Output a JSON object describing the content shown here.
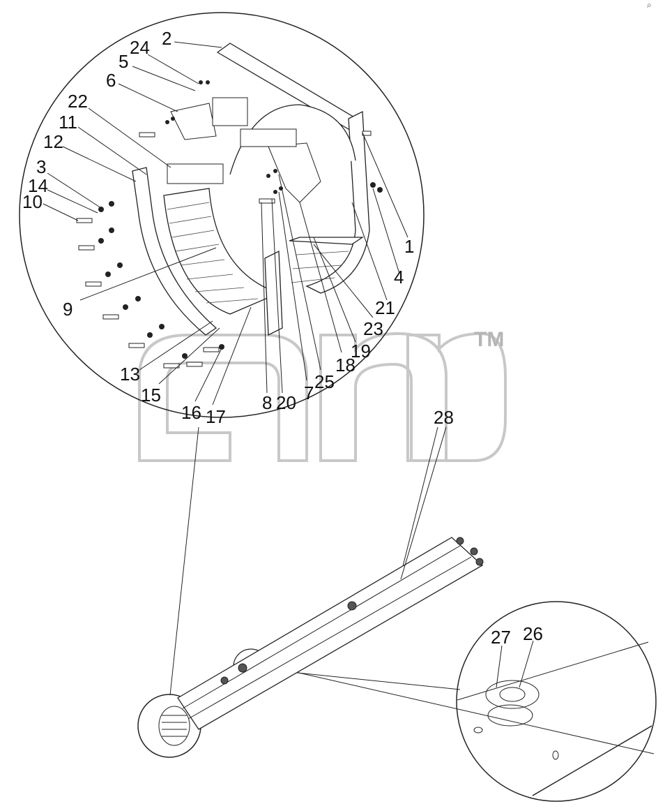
{
  "watermark": {
    "text": "amc",
    "trademark": "TM"
  },
  "corner_mark": "⌕",
  "callouts": {
    "c1": "1",
    "c2": "2",
    "c3": "3",
    "c4": "4",
    "c5": "5",
    "c6": "6",
    "c7": "7",
    "c8": "8",
    "c9": "9",
    "c10": "10",
    "c11": "11",
    "c12": "12",
    "c13": "13",
    "c14": "14",
    "c15": "15",
    "c16": "16",
    "c17": "17",
    "c18": "18",
    "c19": "19",
    "c20": "20",
    "c21": "21",
    "c22": "22",
    "c23": "23",
    "c24": "24",
    "c25": "25",
    "c26": "26",
    "c27": "27",
    "c28": "28"
  }
}
